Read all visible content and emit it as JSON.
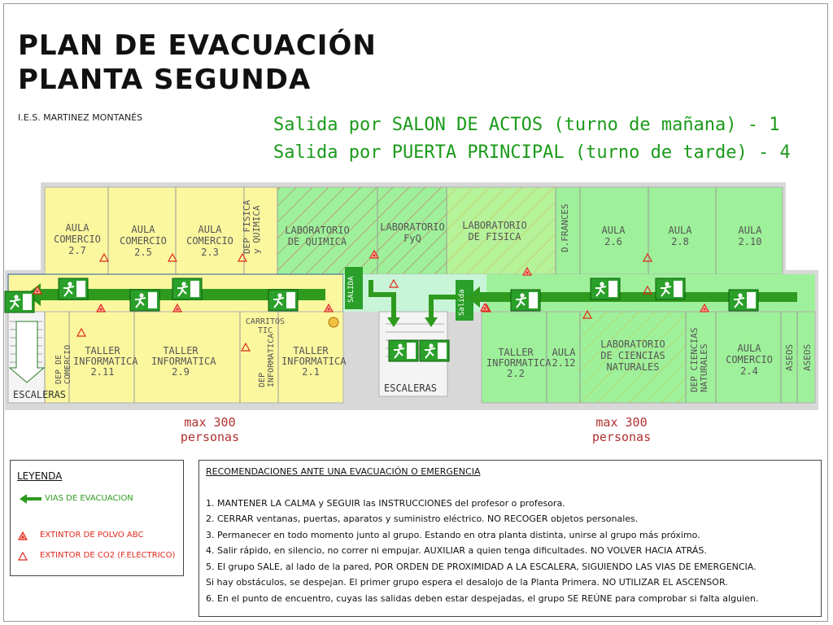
{
  "title": {
    "line1": "PLAN DE EVACUACIÓN",
    "line2": "PLANTA SEGUNDA"
  },
  "school": "I.E.S. MARTINEZ MONTANÉS",
  "exits": {
    "line1": "Salida por SALON DE ACTOS (turno de mañana) - 1",
    "line2": "Salida por PUERTA PRINCIPAL (turno de tarde) - 4"
  },
  "rooms": {
    "aula27": [
      "AULA",
      "COMERCIO",
      "2.7"
    ],
    "aula25": [
      "AULA",
      "COMERCIO",
      "2.5"
    ],
    "aula23": [
      "AULA",
      "COMERCIO",
      "2.3"
    ],
    "depfq": [
      "DEP FISICA",
      "y QUIMICA"
    ],
    "labq": [
      "LABORATORIO",
      "DE QUIMICA"
    ],
    "labfq": [
      "LABORATORIO",
      "FyQ"
    ],
    "labf": [
      "LABORATORIO",
      "DE FISICA"
    ],
    "dfrances": "D.FRANCES",
    "aula26": [
      "AULA",
      "2.6"
    ],
    "aula28": [
      "AULA",
      "2.8"
    ],
    "aula210": [
      "AULA",
      "2.10"
    ],
    "depcom": [
      "DEP DE",
      "COMERCIO"
    ],
    "taller211": [
      "TALLER",
      "INFORMATICA",
      "2.11"
    ],
    "taller29": [
      "TALLER",
      "INFORMATICA",
      "2.9"
    ],
    "carritos": [
      "CARRITOS",
      "TIC"
    ],
    "depinf": [
      "DEP",
      "INFORMATICA"
    ],
    "taller21": [
      "TALLER",
      "INFORMATICA",
      "2.1"
    ],
    "taller22": [
      "TALLER",
      "INFORMATICA",
      "2.2"
    ],
    "aula212": [
      "AULA",
      "2.12"
    ],
    "labcn": [
      "LABORATORIO",
      "DE CIENCIAS",
      "NATURALES"
    ],
    "depcn": [
      "DEP CIENCIAS",
      "NATURALES"
    ],
    "aula24": [
      "AULA",
      "COMERCIO",
      "2.4"
    ],
    "aseos1": "ASEOS",
    "aseos2": "ASEOS",
    "escL": "ESCALERAS",
    "escC": "ESCALERAS",
    "salida1": "SALIDA",
    "salida2": "Salida"
  },
  "capacity": {
    "left": [
      "max 300",
      "personas"
    ],
    "right": [
      "max 300",
      "personas"
    ]
  },
  "legend": {
    "title": "LEYENDA",
    "route": "VIAS DE EVACUACION",
    "abc": "EXTINTOR DE POLVO ABC",
    "co2": "EXTINTOR DE CO2 (F.ELECTRICO)"
  },
  "recs": {
    "title": "RECOMENDACIONES ANTE UNA EVACUACIÓN O EMERGENCIA",
    "lines": [
      "1. MANTENER LA CALMA y SEGUIR las INSTRUCCIONES del profesor o profesora.",
      "2. CERRAR ventanas, puertas, aparatos y suministro eléctrico. NO RECOGER objetos personales.",
      "3. Permanecer en todo momento junto al grupo. Estando en otra planta distinta, unirse al grupo más próximo.",
      "4. Salir rápido, en silencio, no correr ni empujar. AUXILIAR a quien tenga dificultades. NO VOLVER HACIA ATRÁS.",
      "5. El grupo SALE, al lado de la pared, POR ORDEN DE PROXIMIDAD A LA ESCALERA, SIGUIENDO LAS VIAS DE EMERGENCIA.",
      "Si hay obstáculos, se despejan. El primer grupo espera el desalojo de la Planta Primera. NO UTILIZAR EL ASCENSOR.",
      "6. En el punto de encuentro, cuyas las salidas deben estar despejadas, el grupo SE REÚNE para comprobar si falta alguien."
    ]
  },
  "colors": {
    "yellow": "#fbf79e",
    "green": "#9ef09a",
    "route": "#2e9a1e",
    "extinguisher": "#e0281c",
    "title": "#1a9a1a"
  }
}
